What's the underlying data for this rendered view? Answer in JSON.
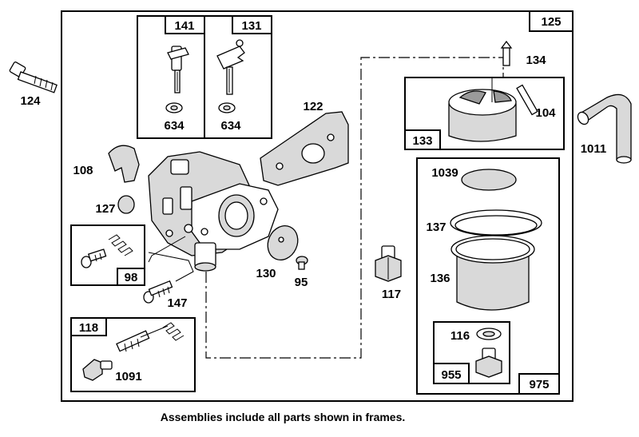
{
  "frames": {
    "main": "125",
    "f141": "141",
    "f131": "131",
    "f133": "133",
    "f975": "975",
    "f955": "955",
    "f98": "98",
    "f118": "118"
  },
  "parts": {
    "p124": "124",
    "p634a": "634",
    "p634b": "634",
    "p122": "122",
    "p134": "134",
    "p104": "104",
    "p1011": "1011",
    "p108": "108",
    "p127": "127",
    "p1039": "1039",
    "p137": "137",
    "p136": "136",
    "p130": "130",
    "p95": "95",
    "p117": "117",
    "p147": "147",
    "p116": "116",
    "p1091": "1091"
  },
  "caption": "Assemblies include all parts shown in frames."
}
